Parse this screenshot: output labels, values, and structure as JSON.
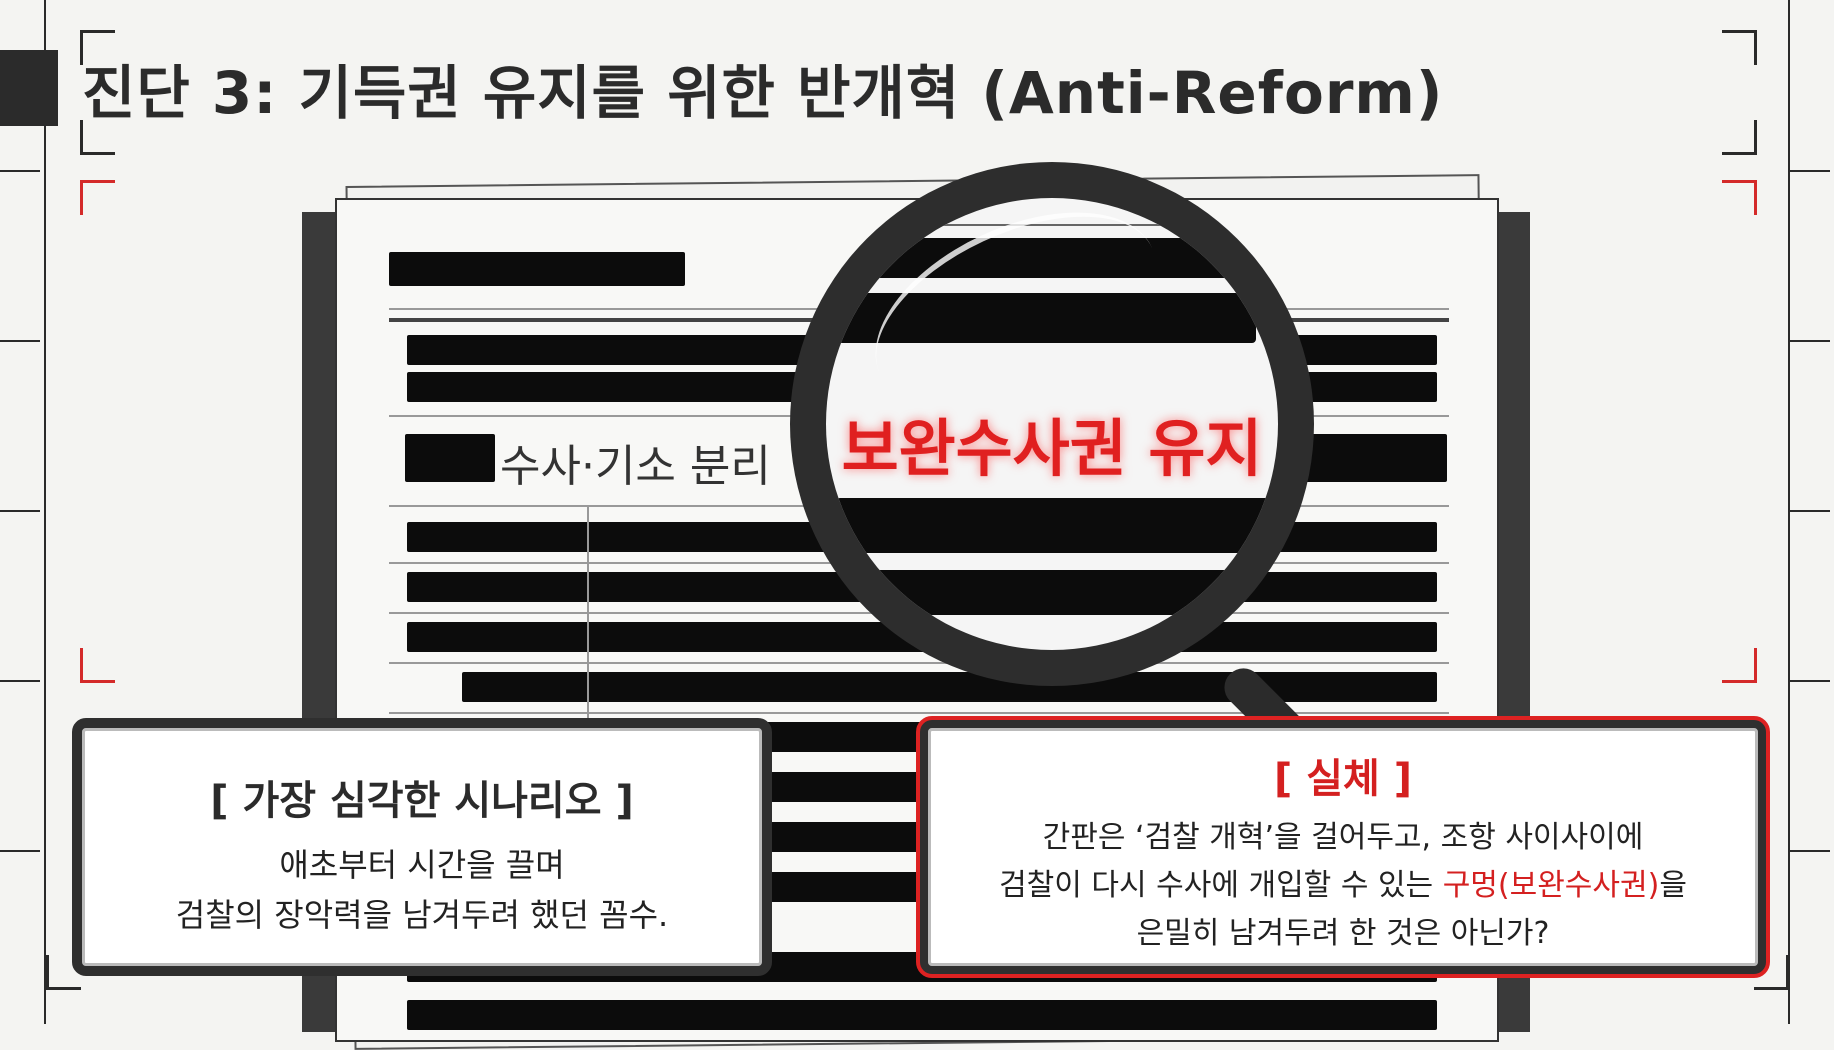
{
  "title": "진단 3: 기득권 유지를 위한 반개혁 (Anti-Reform)",
  "document": {
    "visible_text": "수사·기소 분리"
  },
  "magnifier": {
    "text": "보완수사권 유지"
  },
  "left_box": {
    "title": "[ 가장 심각한 시나리오 ]",
    "line1": "애초부터 시간을 끌며",
    "line2": "검찰의 장악력을 남겨두려 했던 꼼수."
  },
  "right_box": {
    "title": "[ 실체 ]",
    "line1": "간판은 ‘검찰 개혁’을 걸어두고, 조항 사이사이에",
    "line2_pre": "검찰이 다시 수사에 개입할 수 있는 ",
    "line2_highlight": "구멍(보완수사권)",
    "line2_post": "을",
    "line3": "은밀히 남겨두려 한 것은 아닌가?"
  },
  "colors": {
    "accent": "#d42020",
    "ink": "#2b2b2b",
    "background": "#f4f4f2"
  }
}
